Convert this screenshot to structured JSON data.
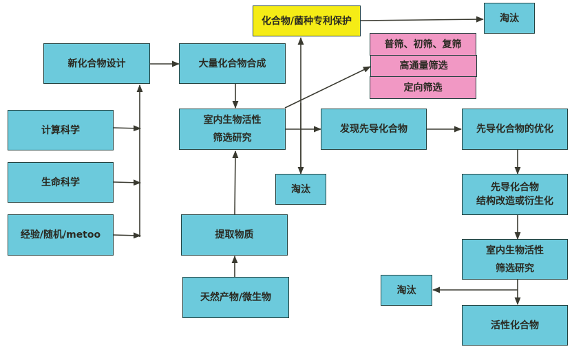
{
  "colors": {
    "box_fill": "#6ccadc",
    "patent_fill": "#f5ec16",
    "screening_fill": "#f198c4",
    "line": "#3a3a30"
  },
  "nodes": {
    "new_compound_design": "新化合物设计",
    "computational_science": "计算科学",
    "life_science": "生命科学",
    "experience_random_metoo": "经验/随机/metoo",
    "mass_synthesis": "大量化合物合成",
    "bio_screening_1": {
      "line1": "室内生物活性",
      "line2": "筛选研究"
    },
    "extraction": "提取物质",
    "natural_products": "天然产物/微生物",
    "patent": "化合物/菌种专利保护",
    "eliminate_top": "淘汰",
    "eliminate_mid": "淘汰",
    "screening_types": [
      "普筛、初筛、复筛",
      "高通量筛选",
      "定向筛选"
    ],
    "discover_lead": "发现先导化合物",
    "lead_optimization": "先导化合物的优化",
    "lead_modification": {
      "line1": "先导化合物",
      "line2": "结构改造或衍生化"
    },
    "bio_screening_2": {
      "line1": "室内生物活性",
      "line2": "筛选研究"
    },
    "eliminate_bottom": "淘汰",
    "active_compound": "活性化合物"
  }
}
